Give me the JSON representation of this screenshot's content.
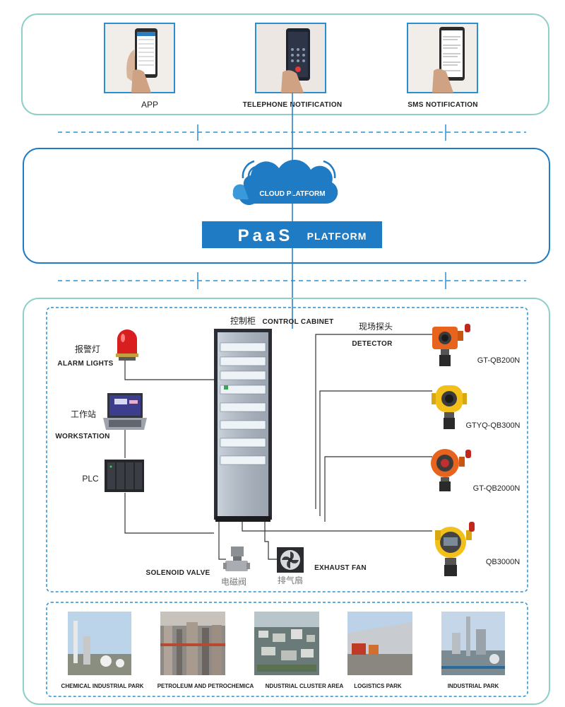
{
  "top": {
    "items": [
      {
        "label": "APP"
      },
      {
        "label": "TELEPHONE NOTIFICATION"
      },
      {
        "label": "SMS NOTIFICATION"
      }
    ]
  },
  "middle": {
    "cloud_label": "CLOUD PLATFORM",
    "paas_main": "PaaS",
    "paas_sub": "PLATFORM"
  },
  "system": {
    "cabinet_cn": "控制柜",
    "cabinet_en": "CONTROL CABINET",
    "detector_cn": "现场探头",
    "detector_en": "DETECTOR",
    "alarm_cn": "报警灯",
    "alarm_en": "ALARM LIGHTS",
    "workstation_cn": "工作站",
    "workstation_en": "WORKSTATION",
    "plc": "PLC",
    "valve_en": "SOLENOID VALVE",
    "valve_cn": "电磁阀",
    "fan_en": "EXHAUST FAN",
    "fan_cn": "排气扇",
    "detectors": [
      {
        "model": "GT-QB200N",
        "color": "#e8641e"
      },
      {
        "model": "GTYQ-QB300N",
        "color": "#f2c018"
      },
      {
        "model": "GT-QB2000N",
        "color": "#e8641e"
      },
      {
        "model": "QB3000N",
        "color": "#f2c018"
      }
    ]
  },
  "scenes": [
    {
      "label": "CHEMICAL INDUSTRIAL PARK"
    },
    {
      "label": "PETROLEUM AND PETROCHEMICA"
    },
    {
      "label": "NDUSTRIAL CLUSTER AREA"
    },
    {
      "label": "LOGISTICS PARK"
    },
    {
      "label": "INDUSTRIAL PARK"
    }
  ],
  "colors": {
    "teal": "#8fcfc7",
    "blue": "#1f7cc4",
    "dash": "#2a8fd0",
    "line": "#333333"
  }
}
